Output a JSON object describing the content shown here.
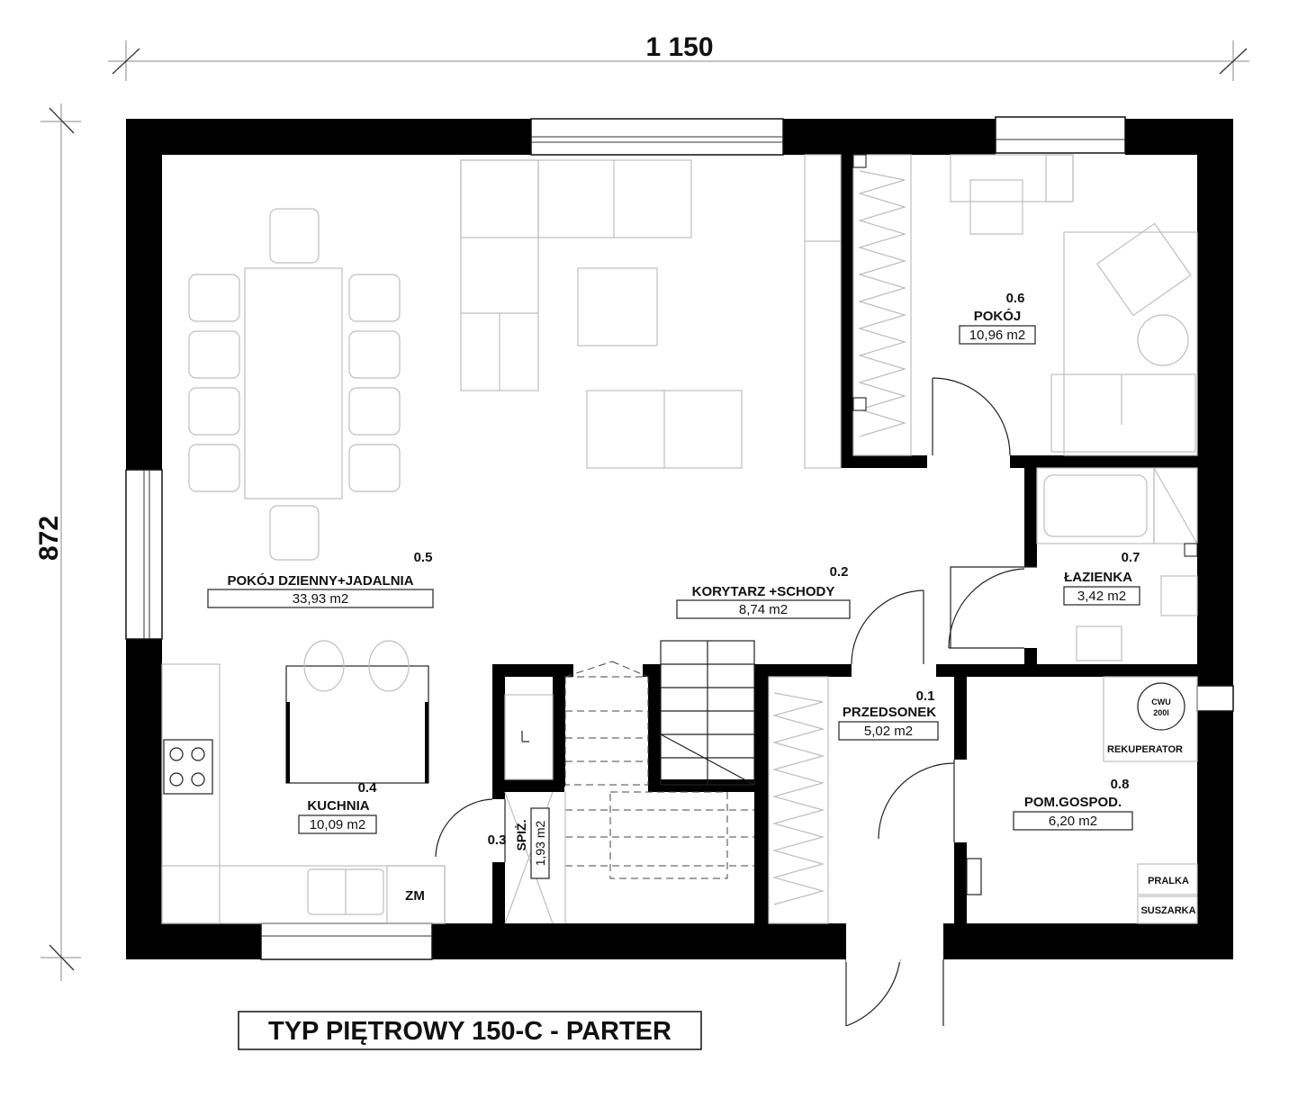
{
  "dimensions": {
    "width_label": "1  150",
    "height_label": "872"
  },
  "title": "TYP PIĘTROWY 150-C  - PARTER",
  "rooms": [
    {
      "id": "living",
      "number": "0.5",
      "name": "POKÓJ DZIENNY+JADALNIA",
      "area": "33,93 m2"
    },
    {
      "id": "corridor",
      "number": "0.2",
      "name": "KORYTARZ +SCHODY",
      "area": "8,74 m2"
    },
    {
      "id": "room",
      "number": "0.6",
      "name": "POKÓJ",
      "area": "10,96 m2"
    },
    {
      "id": "bathroom",
      "number": "0.7",
      "name": "ŁAZIENKA",
      "area": "3,42 m2"
    },
    {
      "id": "vestibule",
      "number": "0.1",
      "name": "PRZEDSONEK",
      "area": "5,02 m2"
    },
    {
      "id": "kitchen",
      "number": "0.4",
      "name": "KUCHNIA",
      "area": "10,09 m2"
    },
    {
      "id": "pantry",
      "number": "0.3",
      "name": "SPIŻ.",
      "area": "1,93 m2"
    },
    {
      "id": "utility",
      "number": "0.8",
      "name": "POM.GOSPOD.",
      "area": "6,20 m2"
    }
  ],
  "equipment": {
    "cwu_line1": "CWU",
    "cwu_line2": "200l",
    "rekuperator": "REKUPERATOR",
    "pralka": "PRALKA",
    "suszarka": "SUSZARKA",
    "zm": "ZM"
  },
  "icons": [
    "sofa-icon",
    "dining-table-icon",
    "bed-icon",
    "bathtub-icon",
    "stove-icon",
    "sink-icon",
    "door-swing-icon",
    "stairs-icon"
  ]
}
